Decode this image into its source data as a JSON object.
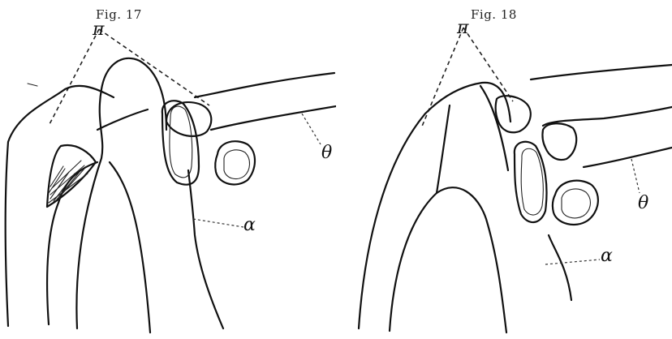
{
  "figures": [
    {
      "title": "Fig. 17",
      "labels": {
        "apex": "π",
        "theta": "θ",
        "alpha": "α"
      }
    },
    {
      "title": "Fig. 18",
      "labels": {
        "apex": "π",
        "theta": "θ",
        "alpha": "α"
      }
    }
  ]
}
